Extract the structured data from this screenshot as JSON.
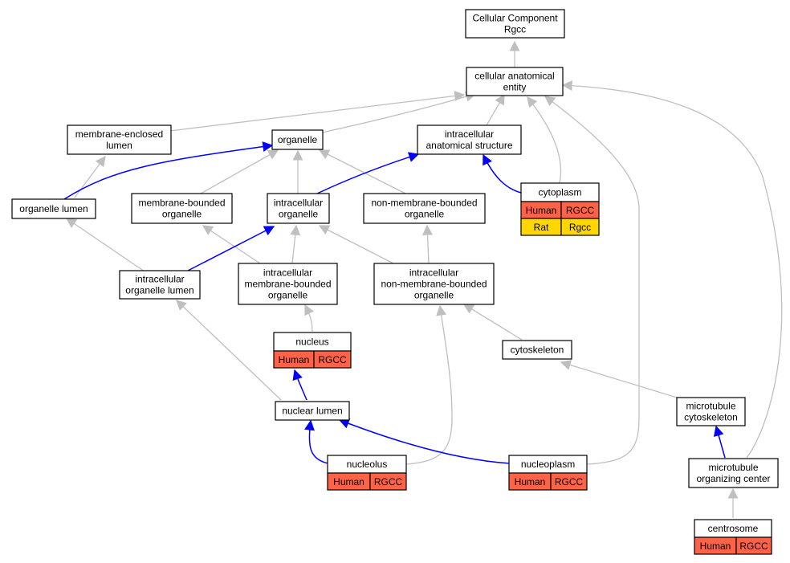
{
  "colors": {
    "edge_is_a": "#bfbfbf",
    "edge_part_of": "#0000ff",
    "human": "#ff6347",
    "rat": "#ffd700",
    "node_border": "#000000",
    "node_fill": "#ffffff"
  },
  "nodes": {
    "root": [
      "Cellular Component",
      "Rgcc"
    ],
    "cae": [
      "cellular anatomical",
      "entity"
    ],
    "mel": [
      "membrane-enclosed",
      "lumen"
    ],
    "org": [
      "organelle"
    ],
    "ias": [
      "intracellular",
      "anatomical structure"
    ],
    "orgl": [
      "organelle lumen"
    ],
    "mbo": [
      "membrane-bounded",
      "organelle"
    ],
    "io": [
      "intracellular",
      "organelle"
    ],
    "nmbo": [
      "non-membrane-bounded",
      "organelle"
    ],
    "cyto": [
      "cytoplasm"
    ],
    "iol": [
      "intracellular",
      "organelle lumen"
    ],
    "imbo": [
      "intracellular",
      "membrane-bounded",
      "organelle"
    ],
    "inmbo": [
      "intracellular",
      "non-membrane-bounded",
      "organelle"
    ],
    "nuc": [
      "nucleus"
    ],
    "csk": [
      "cytoskeleton"
    ],
    "nl": [
      "nuclear lumen"
    ],
    "mtc": [
      "microtubule",
      "cytoskeleton"
    ],
    "nucl": [
      "nucleolus"
    ],
    "nucp": [
      "nucleoplasm"
    ],
    "mtoc": [
      "microtubule",
      "organizing center"
    ],
    "cent": [
      "centrosome"
    ]
  },
  "annotations": {
    "cyto": [
      [
        "Human",
        "RGCC"
      ],
      [
        "Rat",
        "Rgcc"
      ]
    ],
    "nuc": [
      [
        "Human",
        "RGCC"
      ]
    ],
    "nucl": [
      [
        "Human",
        "RGCC"
      ]
    ],
    "nucp": [
      [
        "Human",
        "RGCC"
      ]
    ],
    "cent": [
      [
        "Human",
        "RGCC"
      ]
    ]
  }
}
